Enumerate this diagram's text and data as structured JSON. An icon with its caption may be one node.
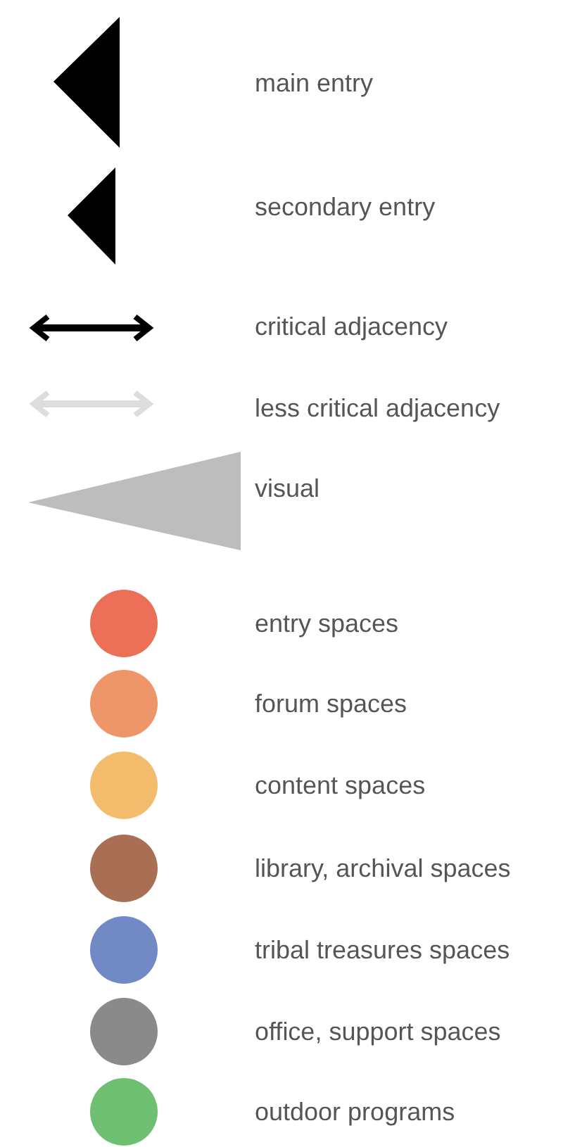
{
  "diagram": {
    "legend": [
      {
        "text": "main entry"
      },
      {
        "text": "secondary entry"
      },
      {
        "text": "critical adjacency"
      },
      {
        "text": "less critical adjacency"
      },
      {
        "text": "visual"
      },
      {
        "text": "entry spaces",
        "color": "#ec6f58"
      },
      {
        "text": "forum spaces",
        "color": "#ee956a"
      },
      {
        "text": "content spaces",
        "color": "#f2bc6c"
      },
      {
        "text": "library, archival spaces",
        "color": "#a86f55"
      },
      {
        "text": "tribal treasures spaces",
        "color": "#7189c4"
      },
      {
        "text": "office, support spaces",
        "color": "#8a8a8a"
      },
      {
        "text": "outdoor programs",
        "color": "#6fbf72"
      }
    ]
  }
}
